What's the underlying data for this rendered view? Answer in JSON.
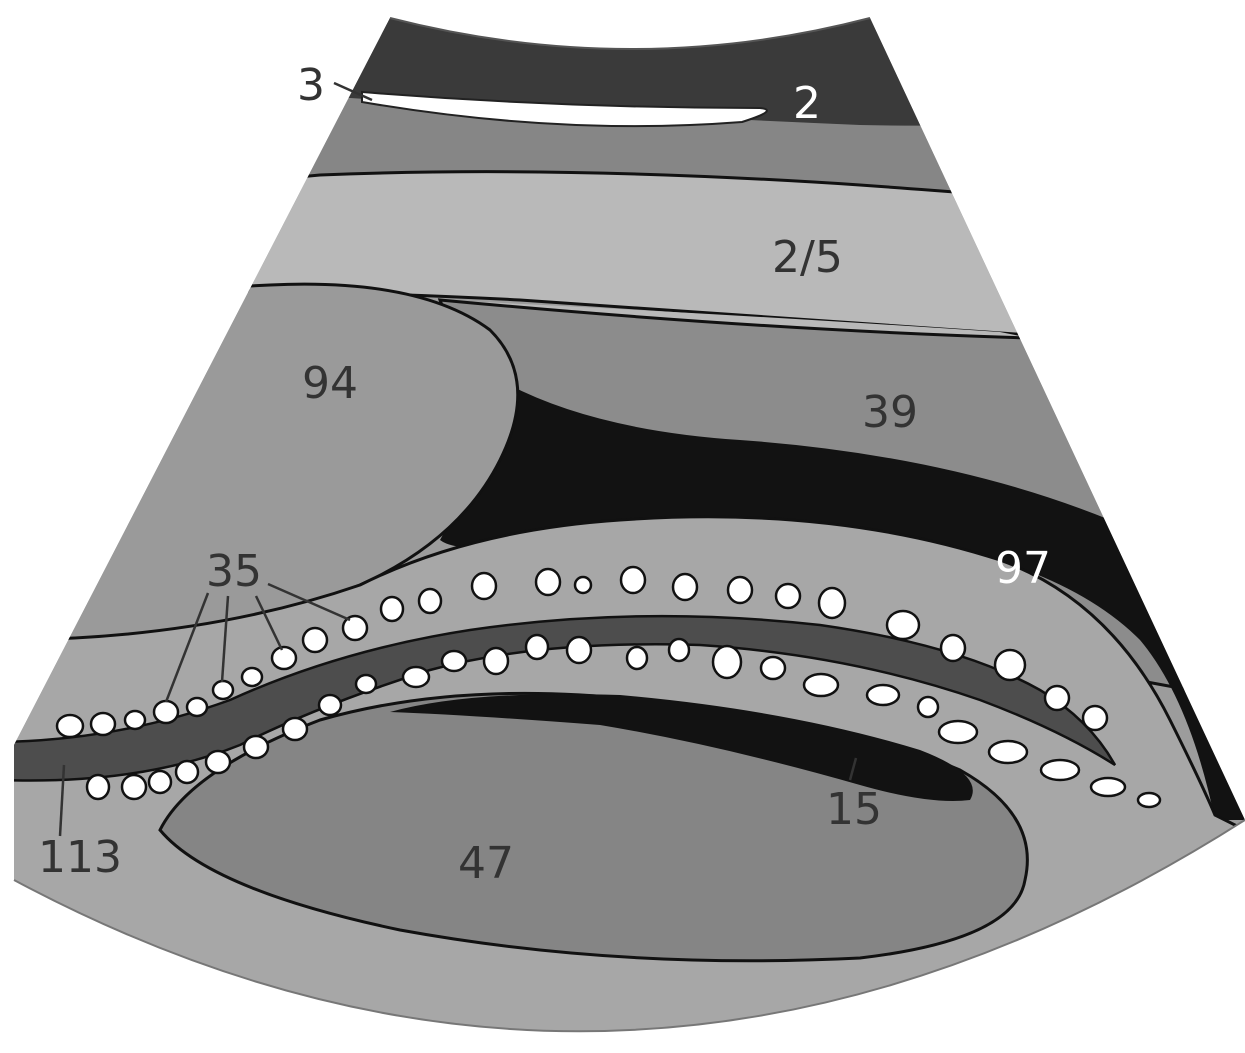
{
  "labels": {
    "l3": "3",
    "l2": "2",
    "l2_5": "2/5",
    "l94": "94",
    "l39": "39",
    "l97": "97",
    "l35": "35",
    "l113": "113",
    "l15": "15",
    "l47": "47"
  },
  "colors": {
    "background": "#ffffff",
    "outer_field": "#9c9c9c",
    "dark_layer": "#3a3a3a",
    "mid_layer": "#868686",
    "light_band": "#b9b9b9",
    "region_94": "#9a9a9a",
    "region_39": "#8c8c8c",
    "region_97": "#121212",
    "band_light": "#a7a7a7",
    "vessel_channel": "#4d4d4d",
    "region_47": "#858585",
    "cleft_15": "#121212",
    "vessels": "#ffffff"
  }
}
